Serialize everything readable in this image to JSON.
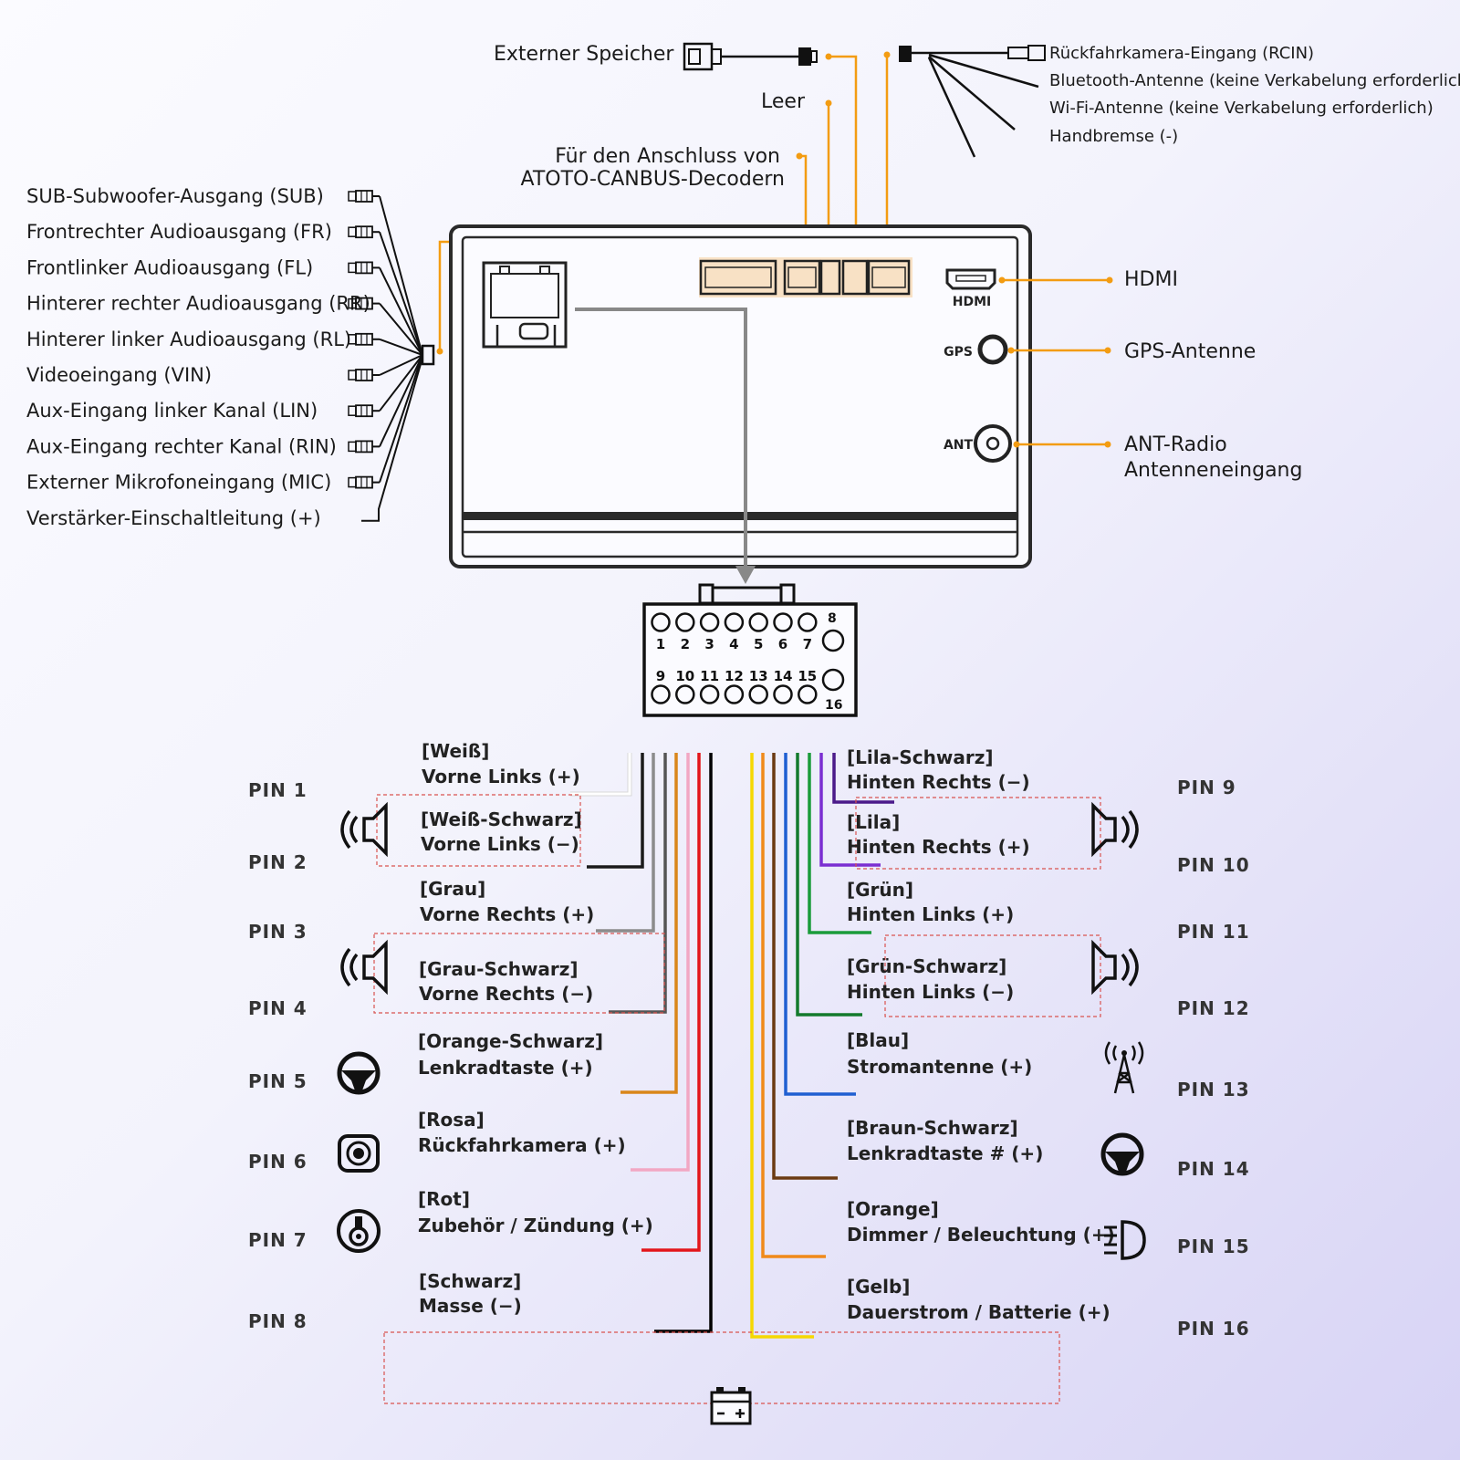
{
  "top": {
    "external_storage": "Externer Speicher",
    "empty": "Leer",
    "canbus_line1": "Für den Anschluss von",
    "canbus_line2": "ATOTO-CANBUS-Decodern",
    "rcin": "Rückfahrkamera-Eingang (RCIN)",
    "bt": "Bluetooth-Antenne (keine Verkabelung erforderlich)",
    "wifi": "Wi-Fi-Antenne (keine Verkabelung erforderlich)",
    "handbrake": "Handbremse (-)"
  },
  "left_outputs": [
    "SUB-Subwoofer-Ausgang (SUB)",
    "Frontrechter Audioausgang (FR)",
    "Frontlinker Audioausgang (FL)",
    "Hinterer rechter Audioausgang (RR)",
    "Hinterer linker Audioausgang (RL)",
    "Videoeingang (VIN)",
    "Aux-Eingang linker Kanal (LIN)",
    "Aux-Eingang rechter Kanal (RIN)",
    "Externer Mikrofoneingang (MIC)",
    "Verstärker-Einschaltleitung (+)"
  ],
  "right_ports": {
    "hdmi_small": "HDMI",
    "hdmi": "HDMI",
    "gps_small": "GPS",
    "gps": "GPS-Antenne",
    "ant_small": "ANT",
    "ant_line1": "ANT-Radio",
    "ant_line2": "Antenneneingang"
  },
  "connector": {
    "top_numbers": [
      "1",
      "2",
      "3",
      "4",
      "5",
      "6",
      "7"
    ],
    "pin8": "8",
    "bottom_numbers": [
      "9",
      "10",
      "11",
      "12",
      "13",
      "14",
      "15"
    ],
    "pin16": "16"
  },
  "pins_left": [
    {
      "pin": "PIN 1",
      "color_name": "[Weiß]",
      "function": "Vorne Links (+)",
      "wire": "#ffffff"
    },
    {
      "pin": "PIN 2",
      "color_name": "[Weiß-Schwarz]",
      "function": "Vorne Links (−)",
      "wire": "#1a1a1a"
    },
    {
      "pin": "PIN 3",
      "color_name": "[Grau]",
      "function": "Vorne Rechts (+)",
      "wire": "#8c8c8c"
    },
    {
      "pin": "PIN 4",
      "color_name": "[Grau-Schwarz]",
      "function": "Vorne Rechts (−)",
      "wire": "#555555"
    },
    {
      "pin": "PIN 5",
      "color_name": "[Orange-Schwarz]",
      "function": "Lenkradtaste (+)",
      "wire": "#d9861a"
    },
    {
      "pin": "PIN 6",
      "color_name": "[Rosa]",
      "function": "Rückfahrkamera (+)",
      "wire": "#f2a7c3"
    },
    {
      "pin": "PIN 7",
      "color_name": "[Rot]",
      "function": "Zubehör / Zündung (+)",
      "wire": "#e3151a"
    },
    {
      "pin": "PIN 8",
      "color_name": "[Schwarz]",
      "function": "Masse (−)",
      "wire": "#000000"
    }
  ],
  "pins_right": [
    {
      "pin": "PIN 9",
      "color_name": "[Lila-Schwarz]",
      "function": "Hinten Rechts (−)",
      "wire": "#4b1a8a"
    },
    {
      "pin": "PIN 10",
      "color_name": "[Lila]",
      "function": "Hinten Rechts (+)",
      "wire": "#7b2fd1"
    },
    {
      "pin": "PIN 11",
      "color_name": "[Grün]",
      "function": "Hinten Links (+)",
      "wire": "#1a9b3a"
    },
    {
      "pin": "PIN 12",
      "color_name": "[Grün-Schwarz]",
      "function": "Hinten Links (−)",
      "wire": "#137a2c"
    },
    {
      "pin": "PIN 13",
      "color_name": "[Blau]",
      "function": "Stromantenne (+)",
      "wire": "#1f5fd1"
    },
    {
      "pin": "PIN 14",
      "color_name": "[Braun-Schwarz]",
      "function": "Lenkradtaste # (+)",
      "wire": "#6b3a12"
    },
    {
      "pin": "PIN 15",
      "color_name": "[Orange]",
      "function": "Dimmer / Beleuchtung (+)",
      "wire": "#f08a1a"
    },
    {
      "pin": "PIN 16",
      "color_name": "[Gelb]",
      "function": "Dauerstrom / Batterie (+)",
      "wire": "#f5d800"
    }
  ],
  "icons": [
    "speaker-icon",
    "steering-wheel-icon",
    "camera-icon",
    "ignition-key-icon",
    "antenna-tower-icon",
    "headlight-icon",
    "battery-icon",
    "hdmi-port-icon",
    "gps-port-icon",
    "ant-port-icon"
  ],
  "colors": {
    "accent_orange": "#f39c12",
    "dashed_red": "#d9534f",
    "ground_black": "#000000"
  }
}
